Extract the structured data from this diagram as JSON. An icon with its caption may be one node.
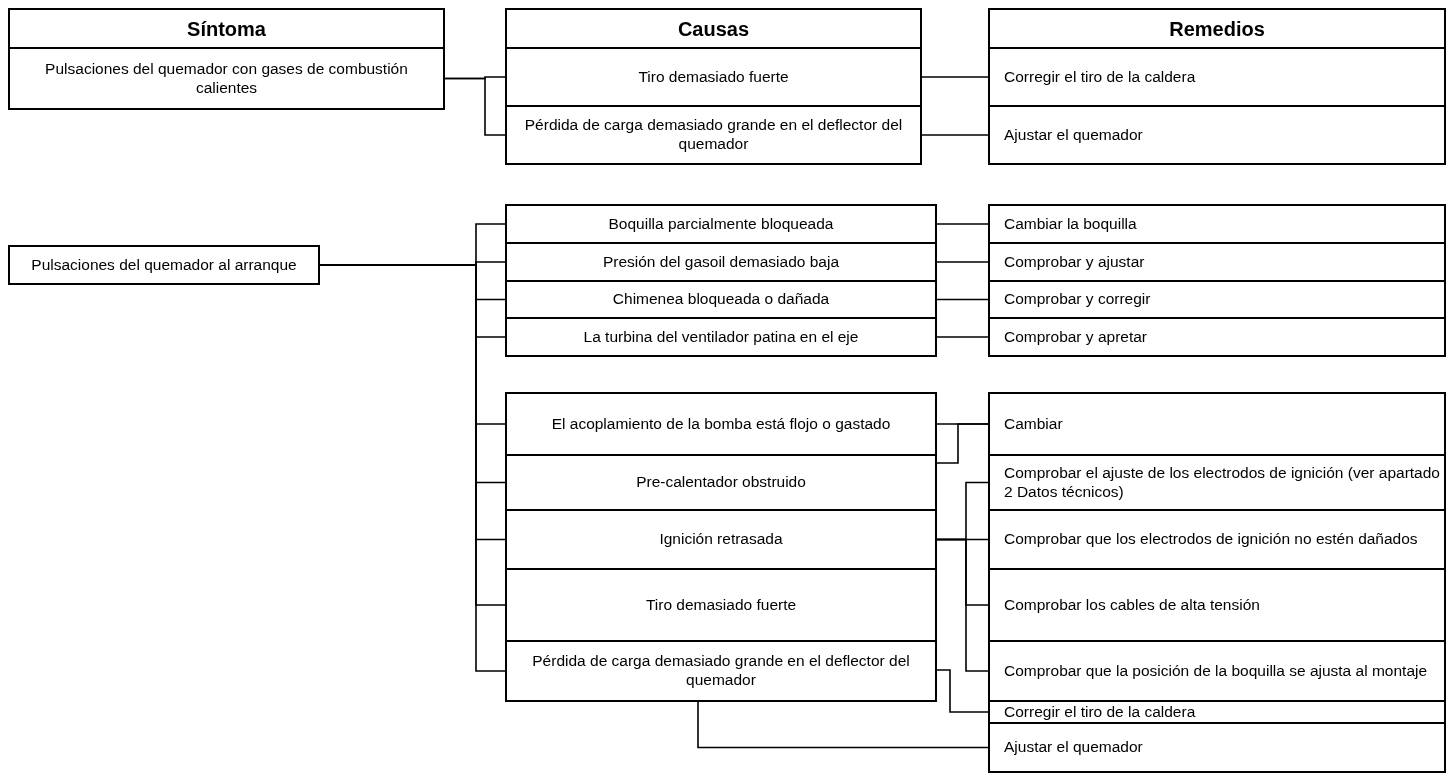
{
  "diagram": {
    "nodes": [
      {
        "text": [
          "Síntoma"
        ]
      },
      {
        "text": [
          "Pulsaciones del quemador con gases de combustión calientes"
        ]
      },
      {
        "text": [
          "Causas"
        ]
      },
      {
        "text": [
          "Tiro demasiado fuerte"
        ]
      },
      {
        "text": [
          "Pérdida de carga demasiado grande en el deflector del quemador"
        ]
      },
      {
        "text": [
          "Remedios"
        ]
      },
      {
        "text": [
          "Corregir el tiro de la caldera"
        ]
      },
      {
        "text": [
          "Ajustar el quemador"
        ]
      },
      {
        "text": [
          "Pulsaciones del quemador al arranque"
        ]
      },
      {
        "text": [
          "Boquilla parcialmente bloqueada"
        ]
      },
      {
        "text": [
          "Presión del gasoil demasiado baja"
        ]
      },
      {
        "text": [
          "Chimenea bloqueada o dañada"
        ]
      },
      {
        "text": [
          "La turbina del ventilador patina en el eje"
        ]
      },
      {
        "text": [
          "El acoplamiento de la bomba está flojo o gastado"
        ]
      },
      {
        "text": [
          "Pre-calentador obstruido"
        ]
      },
      {
        "text": [
          "Ignición retrasada"
        ]
      },
      {
        "text": [
          "Tiro demasiado fuerte"
        ]
      },
      {
        "text": [
          "Pérdida de carga demasiado grande en el deflector del quemador"
        ]
      },
      {
        "text": [
          "Cambiar la boquilla"
        ]
      },
      {
        "text": [
          "Comprobar y ajustar"
        ]
      },
      {
        "text": [
          "Comprobar y corregir"
        ]
      },
      {
        "text": [
          "Comprobar y apretar"
        ]
      },
      {
        "text": [
          "Cambiar"
        ]
      },
      {
        "text": [
          "Comprobar el ajuste de los electrodos de ignición (ver apartado 2 Datos técnicos)"
        ]
      },
      {
        "text": [
          "Comprobar que los electrodos de ignición no estén dañados"
        ]
      },
      {
        "text": [
          "Comprobar los cables de alta tensión"
        ]
      },
      {
        "text": [
          "Comprobar que la posición de la boquilla se ajusta al montaje"
        ]
      },
      {
        "text": [
          "Corregir el tiro de la caldera"
        ]
      },
      {
        "text": [
          "Ajustar el quemador"
        ]
      }
    ],
    "edges": [
      {
        "from": 1,
        "to": 3,
        "arrow": "none"
      },
      {
        "from": 1,
        "to": 4,
        "arrow": "none"
      },
      {
        "from": 3,
        "to": 6,
        "arrow": "none"
      },
      {
        "from": 4,
        "to": 7,
        "arrow": "none"
      },
      {
        "from": 8,
        "to": 9,
        "arrow": "none"
      },
      {
        "from": 8,
        "to": 10,
        "arrow": "none"
      },
      {
        "from": 8,
        "to": 11,
        "arrow": "none"
      },
      {
        "from": 8,
        "to": 12,
        "arrow": "none"
      },
      {
        "from": 8,
        "to": 13,
        "arrow": "none"
      },
      {
        "from": 8,
        "to": 14,
        "arrow": "none"
      },
      {
        "from": 8,
        "to": 15,
        "arrow": "none"
      },
      {
        "from": 8,
        "to": 16,
        "arrow": "none"
      },
      {
        "from": 8,
        "to": 17,
        "arrow": "none"
      },
      {
        "from": 9,
        "to": 18,
        "arrow": "none"
      },
      {
        "from": 10,
        "to": 19,
        "arrow": "none"
      },
      {
        "from": 11,
        "to": 20,
        "arrow": "none"
      },
      {
        "from": 12,
        "to": 21,
        "arrow": "none"
      },
      {
        "from": 13,
        "to": 22,
        "arrow": "none"
      },
      {
        "from": 14,
        "to": 22,
        "arrow": "none"
      },
      {
        "from": 15,
        "to": 23,
        "arrow": "none"
      },
      {
        "from": 15,
        "to": 24,
        "arrow": "none"
      },
      {
        "from": 15,
        "to": 25,
        "arrow": "none"
      },
      {
        "from": 15,
        "to": 26,
        "arrow": "none"
      },
      {
        "from": 17,
        "to": 27,
        "arrow": "none"
      },
      {
        "from": 17,
        "to": 28,
        "arrow": "none"
      }
    ]
  }
}
